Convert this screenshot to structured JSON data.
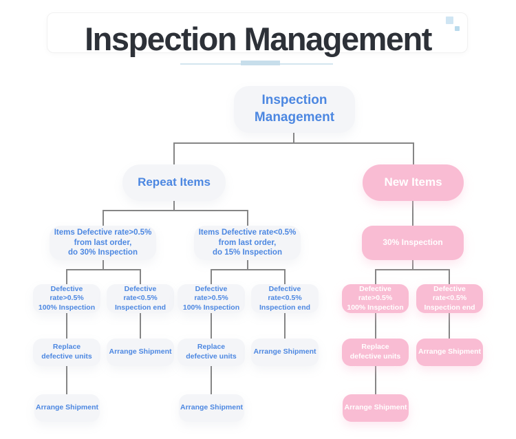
{
  "header": {
    "title": "Inspection Management"
  },
  "flowchart": {
    "root": "Inspection\nManagement",
    "repeat_items": "Repeat Items",
    "new_items": "New Items",
    "repeat_high": "Items Defective rate>0.5%\nfrom last order,\ndo 30% Inspection",
    "repeat_low": "Items Defective rate<0.5%\nfrom last order,\ndo 15% Inspection",
    "new_inspection": "30% Inspection",
    "defective_high": "Defective rate>0.5%\n100% Inspection",
    "defective_low": "Defective rate<0.5%\nInspection end",
    "replace_units": "Replace\ndefective units",
    "arrange_shipment": "Arrange Shipment"
  },
  "colors": {
    "blue_text": "#4c87e1",
    "pink_node": "#f9bcd3",
    "gray_node": "#f4f5f8",
    "connector": "#858585",
    "underline_accent": "#c7deeb",
    "title_text": "#2d3138",
    "decor_square_large": "#cfe5f3",
    "decor_square_small": "#b9daec"
  }
}
